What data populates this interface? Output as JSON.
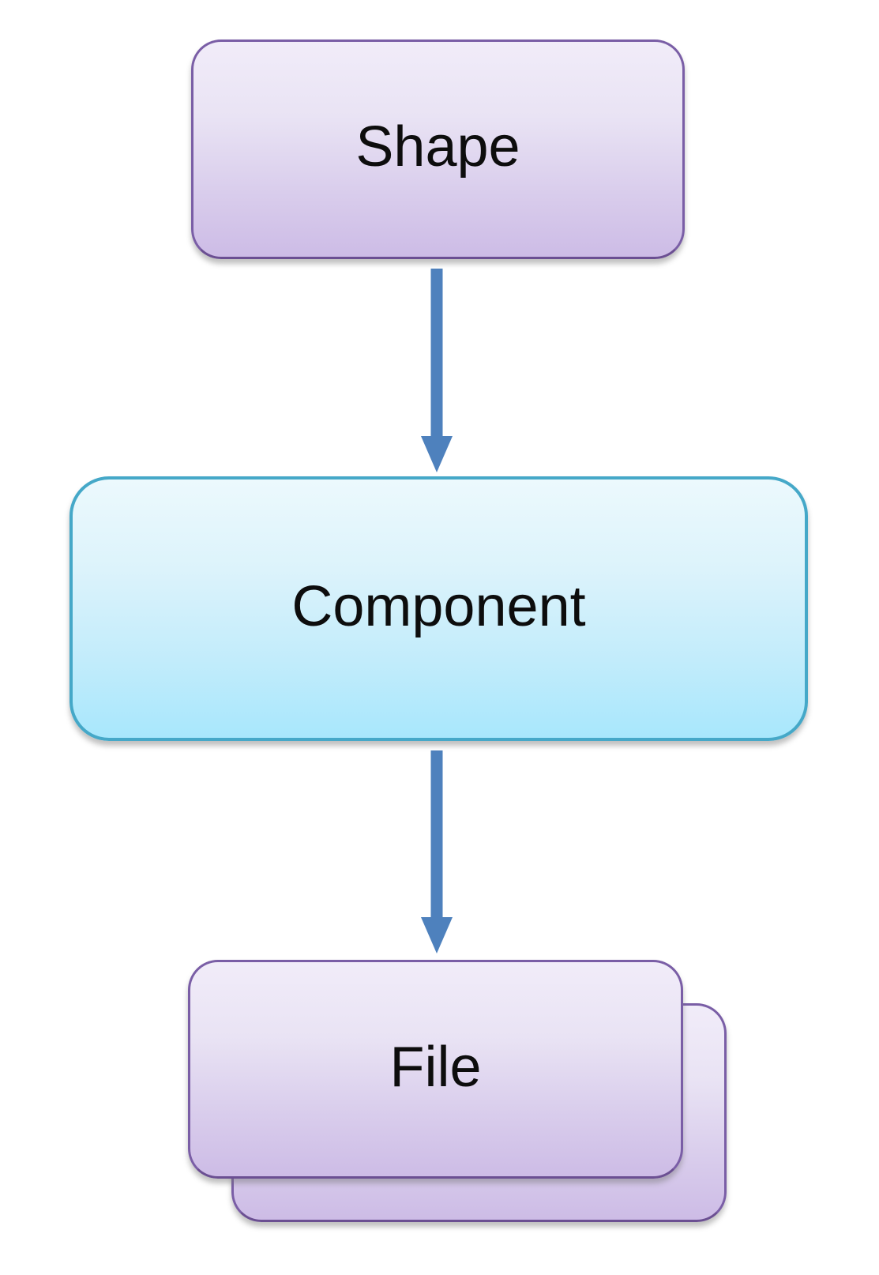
{
  "diagram": {
    "type": "flowchart",
    "direction": "top-down",
    "background_color": "#ffffff",
    "nodes": [
      {
        "id": "shape",
        "label": "Shape",
        "shape": "rounded-rectangle",
        "multiple_instances": false,
        "border_color": "#7a5ea6",
        "fill_top": "#f1ecf9",
        "fill_bottom": "#cdbce6",
        "text_color": "#0d0d0d"
      },
      {
        "id": "component",
        "label": "Component",
        "shape": "rounded-rectangle",
        "multiple_instances": false,
        "border_color": "#45a8c8",
        "fill_top": "#ecf9fd",
        "fill_bottom": "#a8e7fc",
        "text_color": "#0d0d0d"
      },
      {
        "id": "file",
        "label": "File",
        "shape": "rounded-rectangle",
        "multiple_instances": true,
        "border_color": "#7a5ea6",
        "fill_top": "#f1ecf9",
        "fill_bottom": "#cdbce6",
        "text_color": "#0d0d0d"
      }
    ],
    "edges": [
      {
        "from": "shape",
        "to": "component",
        "style": "straight-arrow",
        "color": "#4e81bd"
      },
      {
        "from": "component",
        "to": "file",
        "style": "straight-arrow",
        "color": "#4e81bd"
      }
    ],
    "arrow_color": "#4e81bd"
  }
}
